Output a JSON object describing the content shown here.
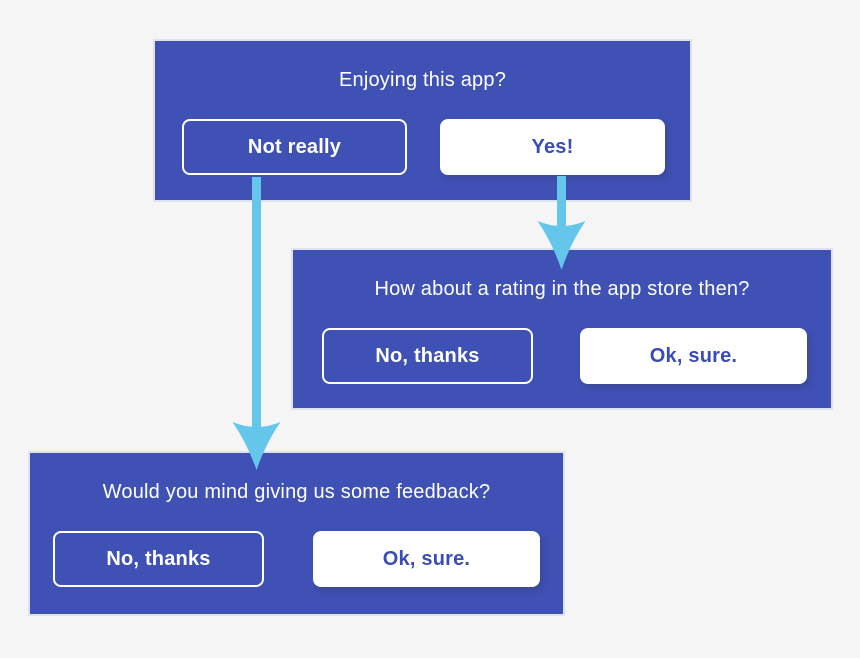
{
  "colors": {
    "background": "#f5f5f6",
    "panel": "#3f51b5",
    "panel-text": "#ffffff",
    "filled-btn-bg": "#ffffff",
    "filled-btn-text": "#3a4cb5",
    "arrow": "#65c6ec"
  },
  "flow": {
    "panels": [
      {
        "question": "Enjoying this app?",
        "buttons": [
          {
            "label": "Not really",
            "variant": "outline"
          },
          {
            "label": "Yes!",
            "variant": "filled"
          }
        ]
      },
      {
        "question": "How about a rating in the app store then?",
        "buttons": [
          {
            "label": "No, thanks",
            "variant": "outline"
          },
          {
            "label": "Ok, sure.",
            "variant": "filled"
          }
        ]
      },
      {
        "question": "Would you mind giving us some feedback?",
        "buttons": [
          {
            "label": "No, thanks",
            "variant": "outline"
          },
          {
            "label": "Ok, sure.",
            "variant": "filled"
          }
        ]
      }
    ],
    "connections": [
      {
        "from": "Yes!",
        "to": "How about a rating in the app store then?"
      },
      {
        "from": "Not really",
        "to": "Would you mind giving us some feedback?"
      }
    ]
  }
}
